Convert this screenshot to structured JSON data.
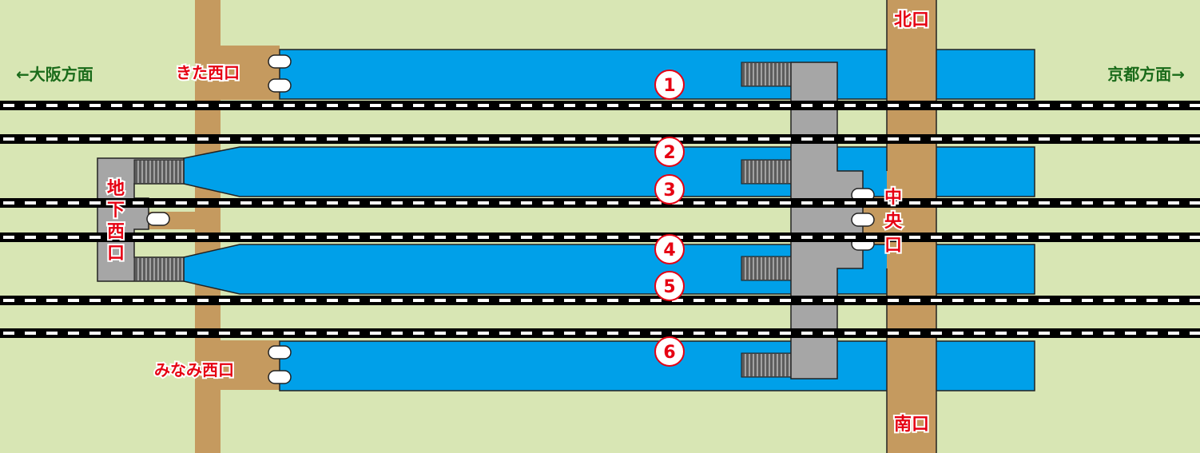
{
  "directions": {
    "osaka": "←大阪方面",
    "kyoto": "京都方面→"
  },
  "exits": {
    "kita_nishi": "きた西口",
    "minami_nishi": "みなみ西口",
    "kita": "北口",
    "minami": "南口",
    "chuo": [
      "中",
      "央",
      "口"
    ],
    "chika_nishi": [
      "地",
      "下",
      "西",
      "口"
    ]
  },
  "platforms": [
    "①",
    "②",
    "③",
    "④",
    "⑤",
    "⑥"
  ],
  "colors": {
    "background": "#d8e6b4",
    "platform": "#00a0e9",
    "passage": "#c59a5f",
    "concourse": "#a6a6a6",
    "stairs": "#5c5c5c",
    "label_red": "#e60012",
    "label_green": "#1a6b1a",
    "track": "#000000"
  }
}
